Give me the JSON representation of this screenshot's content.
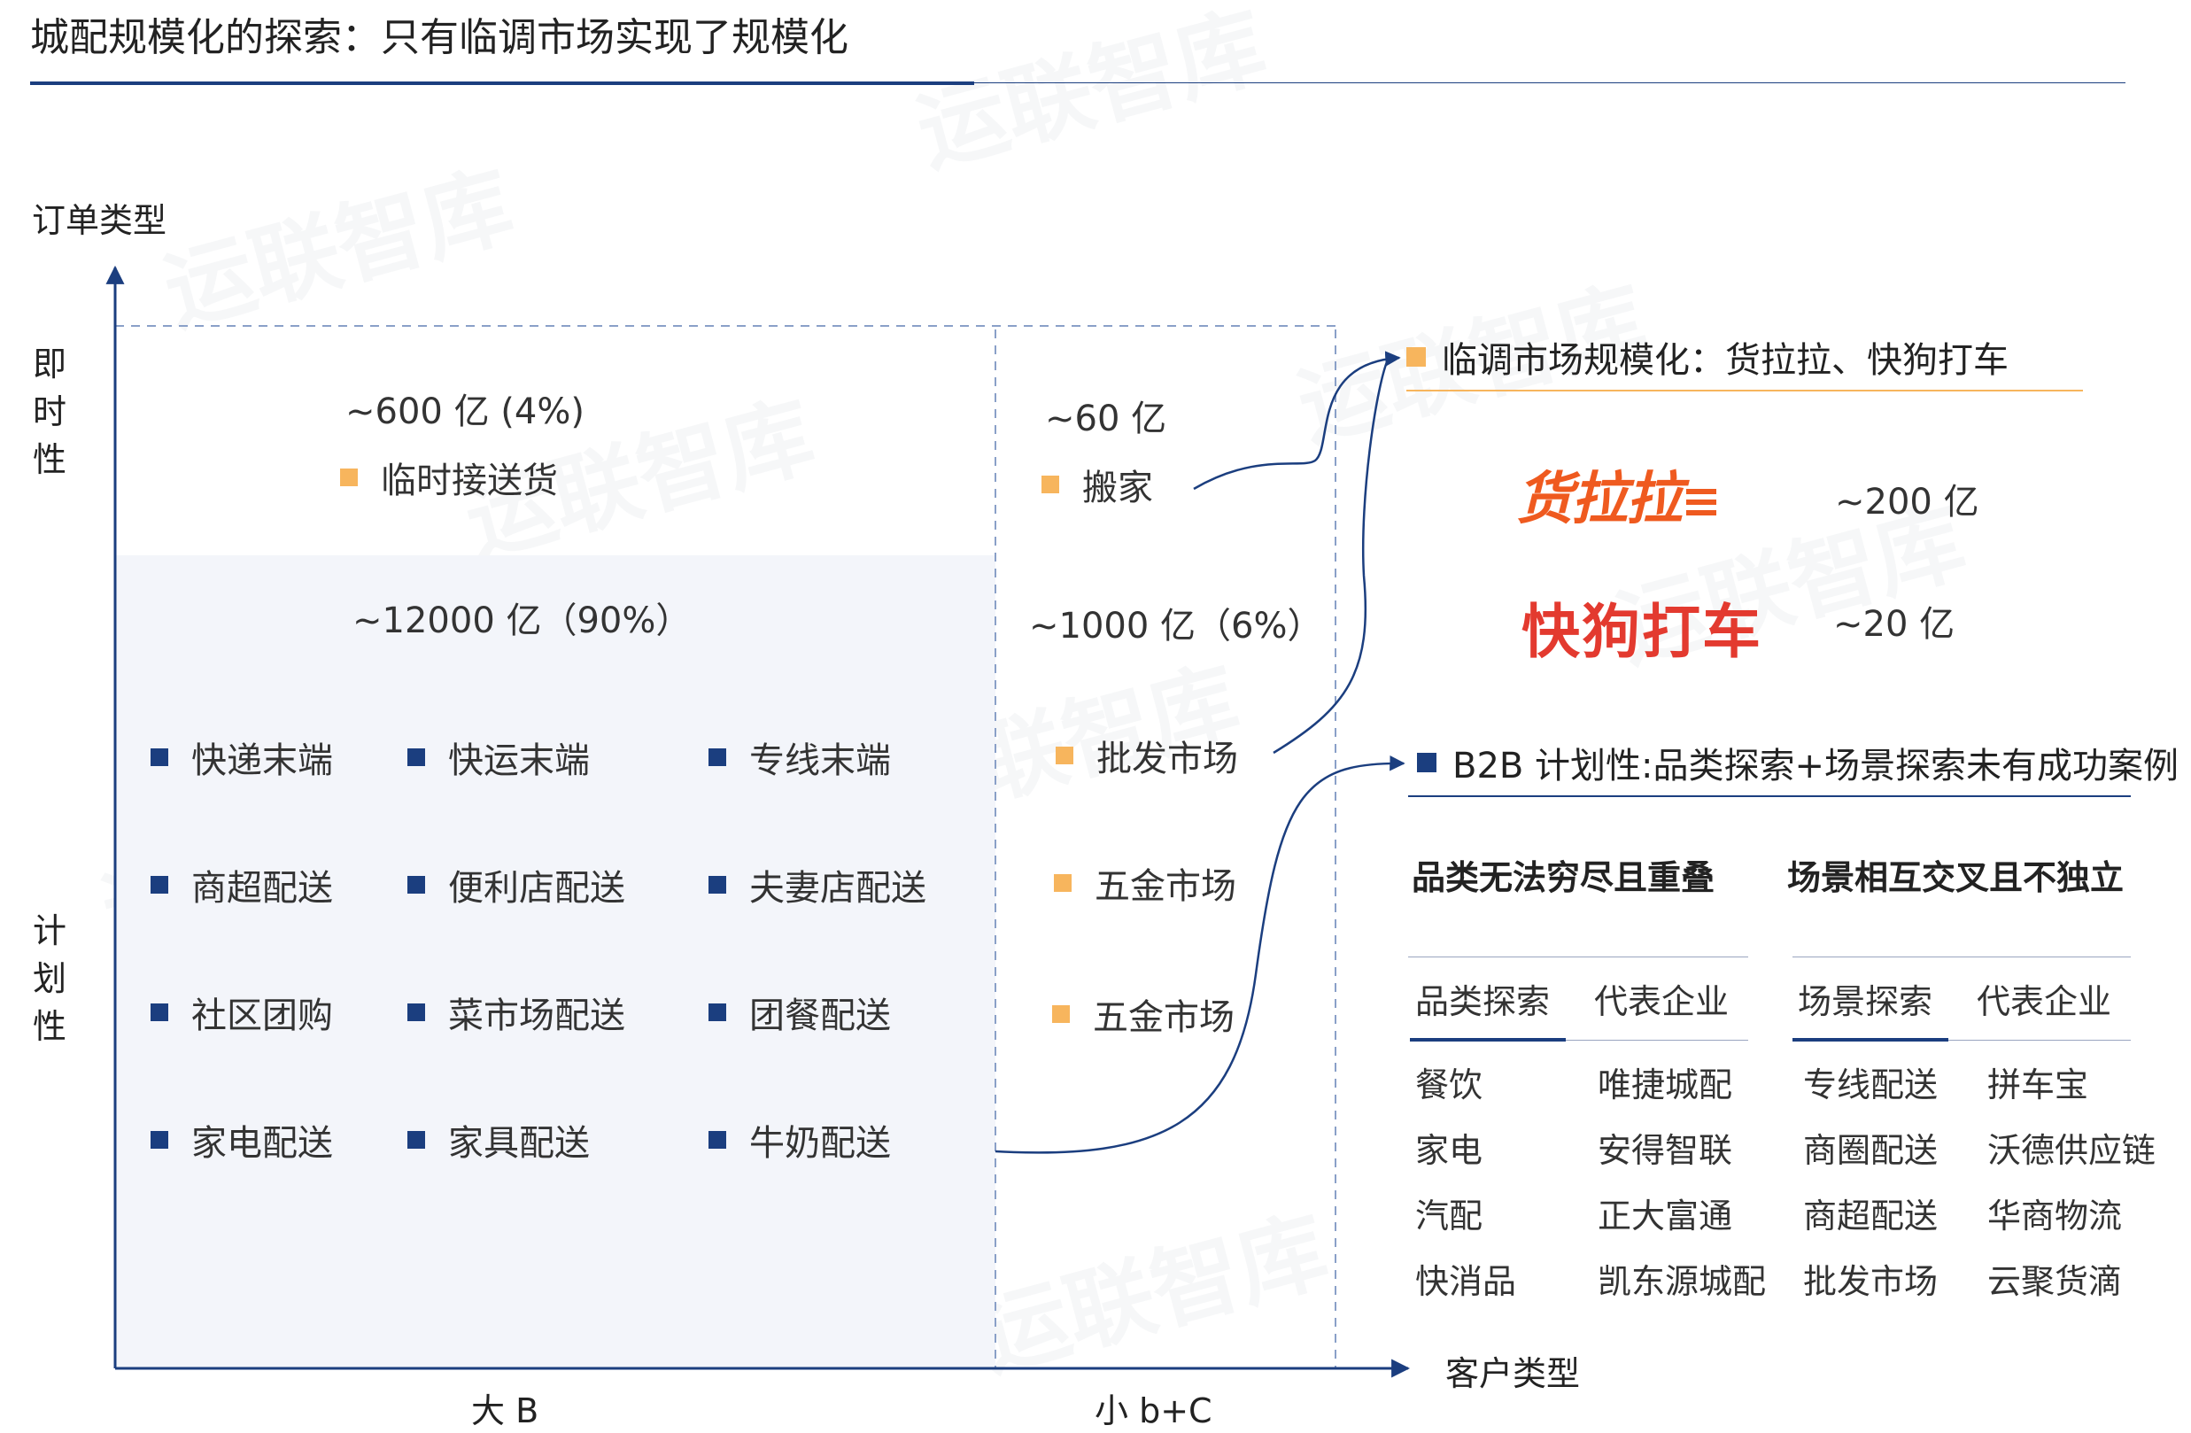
{
  "title": "城配规模化的探索：只有临调市场实现了规模化",
  "colors": {
    "navy": "#1b3e7f",
    "orange": "#f7b55d",
    "hll": "#ef5a1f",
    "kgdc": "#e33a2f"
  },
  "axes": {
    "y_title": "订单类型",
    "y_top": "即时性",
    "y_bottom": "计划性",
    "x_title": "客户类型",
    "x_left": "大 B",
    "x_right": "小 b+C"
  },
  "quadrants": {
    "instant_bigB": {
      "size": "~600 亿 (4%)",
      "item": "临时接送货"
    },
    "instant_smallb": {
      "size": "~60 亿",
      "item": "搬家"
    },
    "planned_bigB": {
      "size": "~12000 亿（90%）",
      "items": [
        "快递末端",
        "快运末端",
        "专线末端",
        "商超配送",
        "便利店配送",
        "夫妻店配送",
        "社区团购",
        "菜市场配送",
        "团餐配送",
        "家电配送",
        "家具配送",
        "牛奶配送"
      ]
    },
    "planned_smallb": {
      "size": "~1000 亿（6%）",
      "items": [
        "批发市场",
        "五金市场",
        "五金市场"
      ]
    }
  },
  "panel_instant": {
    "title": "临调市场规模化：货拉拉、快狗打车",
    "brands": [
      {
        "name": "货拉拉",
        "value": "~200 亿",
        "logo_icon": "huolala-logo"
      },
      {
        "name": "快狗打车",
        "value": "~20 亿",
        "logo_icon": "kuaigou-logo"
      }
    ]
  },
  "panel_b2b": {
    "title": "B2B 计划性:品类探索+场景探索未有成功案例",
    "left_sub": "品类无法穷尽且重叠",
    "right_sub": "场景相互交叉且不独立",
    "left_headers": [
      "品类探索",
      "代表企业"
    ],
    "right_headers": [
      "场景探索",
      "代表企业"
    ],
    "left_rows": [
      [
        "餐饮",
        "唯捷城配"
      ],
      [
        "家电",
        "安得智联"
      ],
      [
        "汽配",
        "正大富通"
      ],
      [
        "快消品",
        "凯东源城配"
      ]
    ],
    "right_rows": [
      [
        "专线配送",
        "拼车宝"
      ],
      [
        "商圈配送",
        "沃德供应链"
      ],
      [
        "商超配送",
        "华商物流"
      ],
      [
        "批发市场",
        "云聚货滴"
      ]
    ]
  },
  "watermark": "运联智库"
}
